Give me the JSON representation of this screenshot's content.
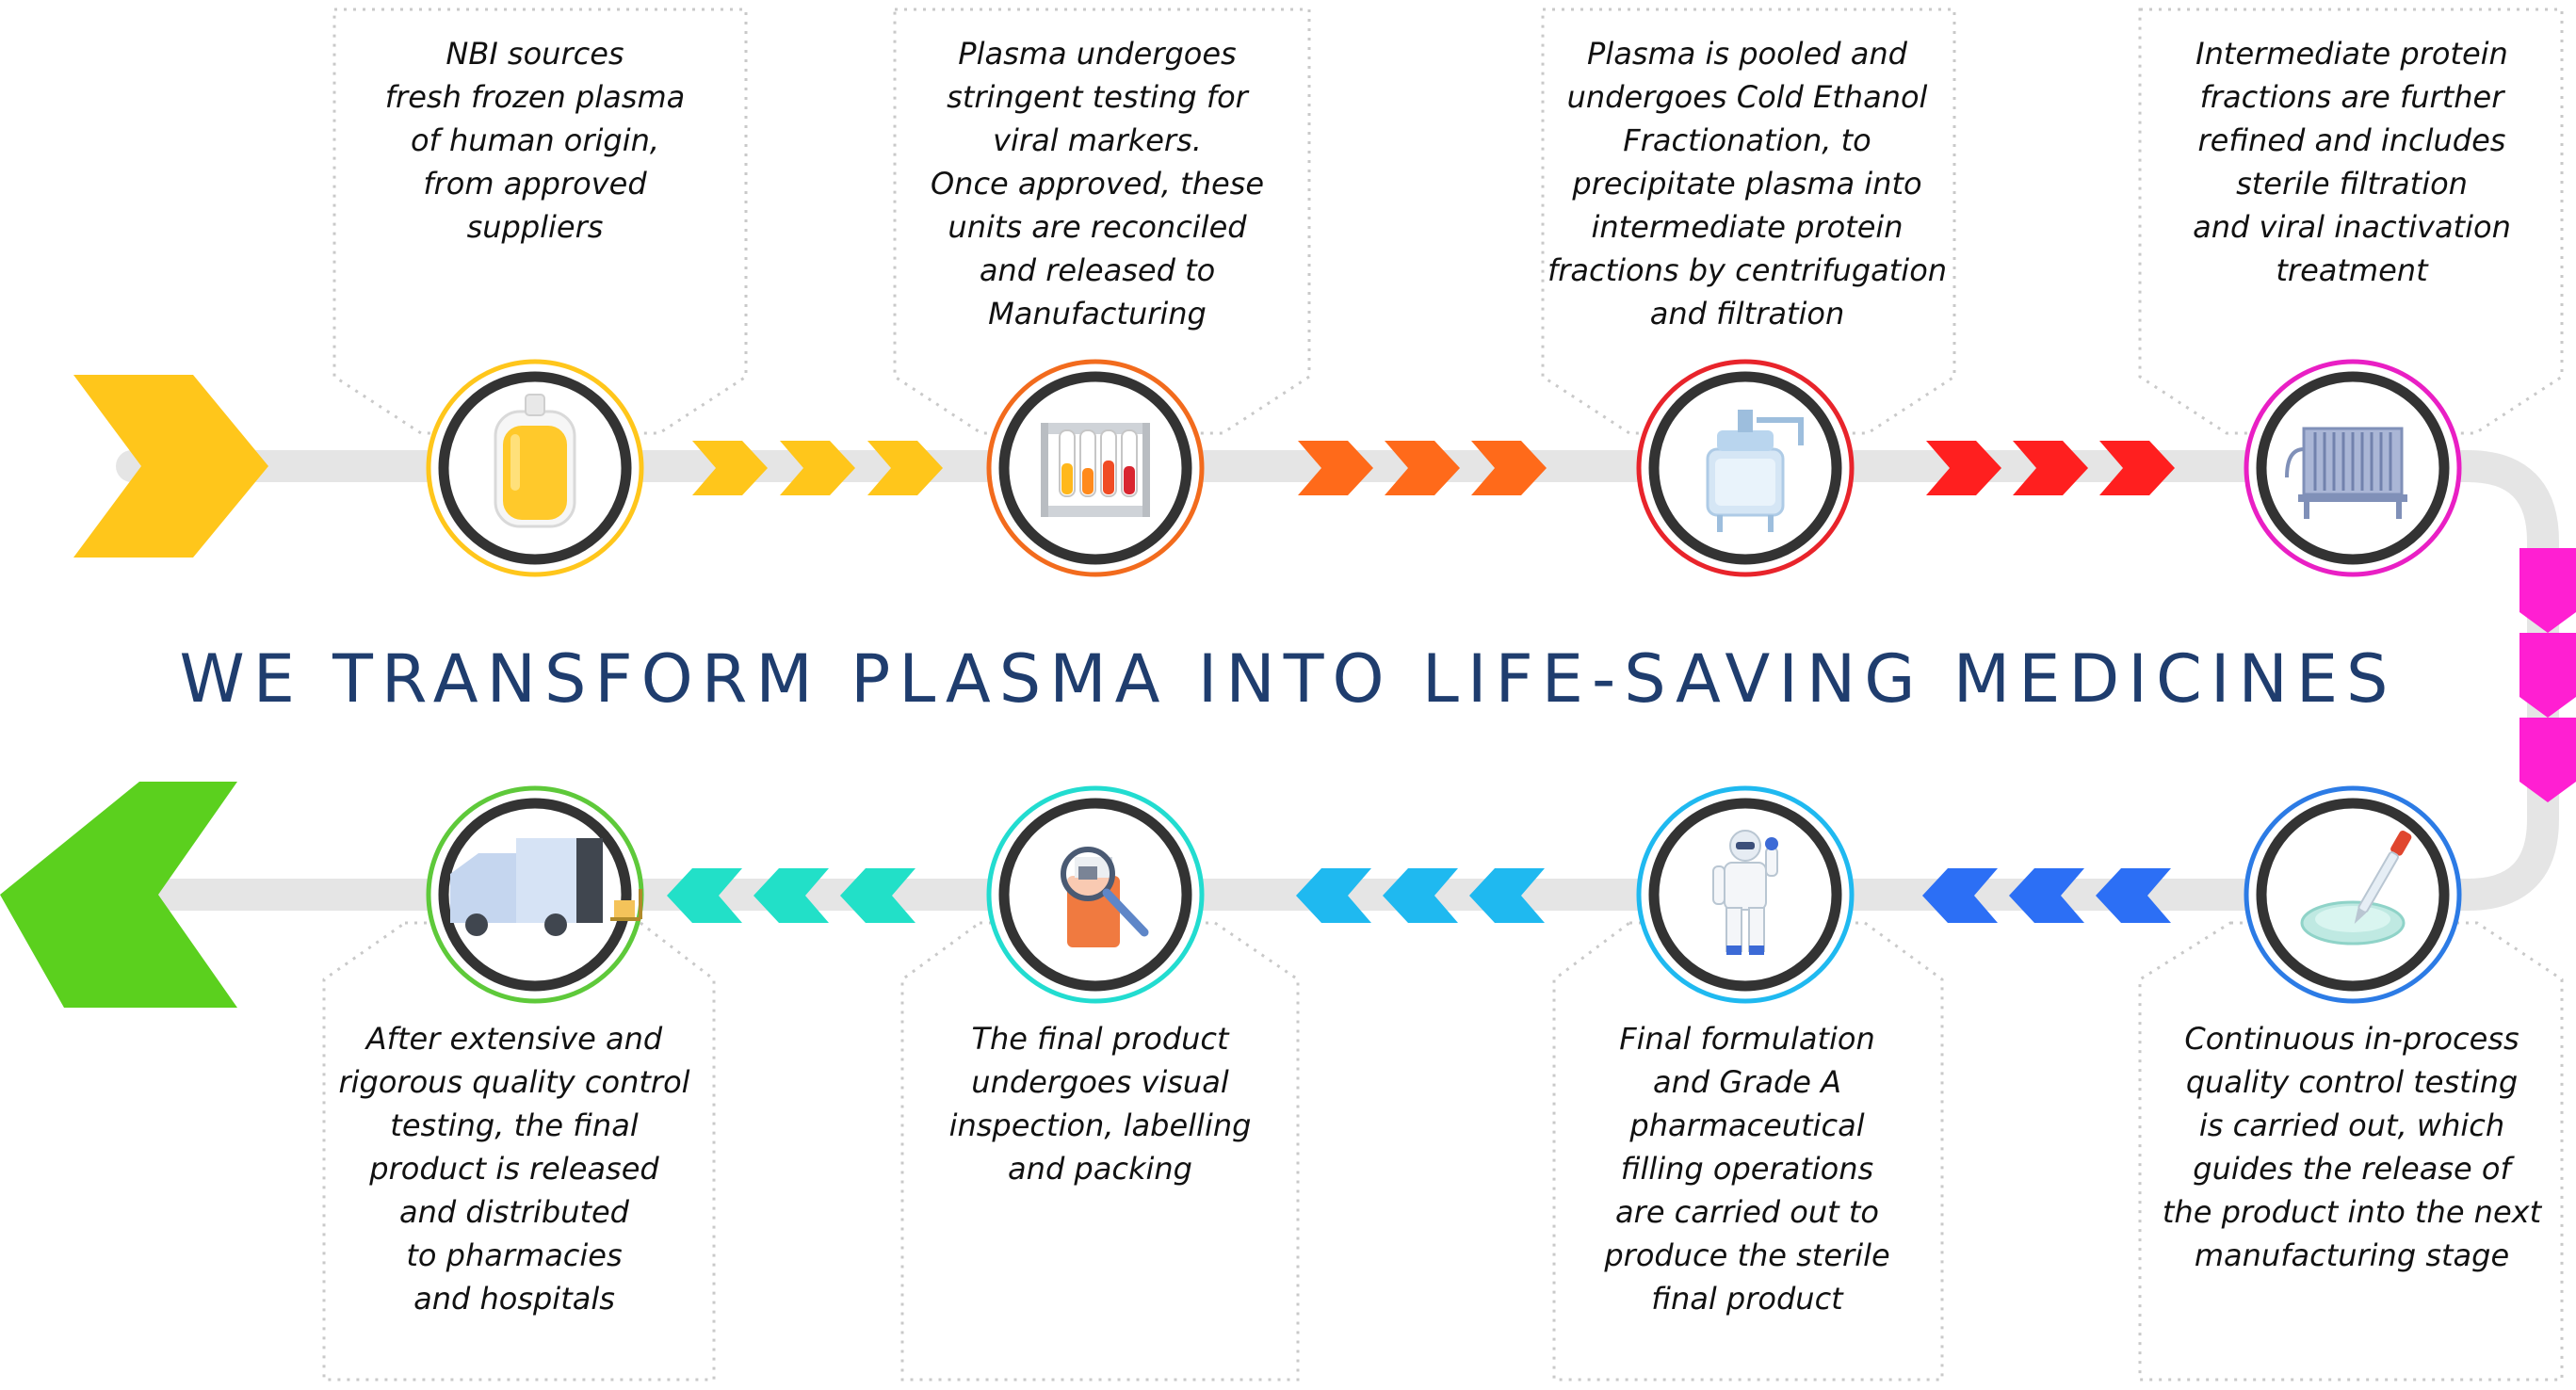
{
  "title": "WE TRANSFORM PLASMA INTO LIFE-SAVING MEDICINES",
  "steps": [
    {
      "id": "sourcing",
      "icon": "plasma-bag-icon",
      "color": "#ffc61b",
      "lines": [
        "NBI sources",
        "fresh frozen plasma",
        "of human origin,",
        "from approved",
        "suppliers"
      ]
    },
    {
      "id": "testing",
      "icon": "test-tube-rack-icon",
      "color": "#f26b1d",
      "lines": [
        "Plasma undergoes",
        "stringent testing for",
        "viral markers.",
        "Once approved, these",
        "units are reconciled",
        "and released to",
        "Manufacturing"
      ]
    },
    {
      "id": "fractionation",
      "icon": "fractionation-tank-icon",
      "color": "#e8242b",
      "lines": [
        "Plasma is pooled and",
        "undergoes Cold Ethanol",
        "Fractionation, to",
        "precipitate plasma into",
        "intermediate protein",
        "fractions by centrifugation",
        "and filtration"
      ]
    },
    {
      "id": "refining",
      "icon": "filtration-unit-icon",
      "color": "#e91fc4",
      "lines": [
        "Intermediate protein",
        "fractions are further",
        "refined and includes",
        "sterile filtration",
        "and viral inactivation",
        "treatment"
      ]
    },
    {
      "id": "qc-testing",
      "icon": "pipette-dish-icon",
      "color": "#2c7be5",
      "lines": [
        "Continuous in-process",
        "quality control testing",
        "is carried out, which",
        "guides the release of",
        "the product into the next",
        "manufacturing stage"
      ]
    },
    {
      "id": "filling",
      "icon": "cleanroom-worker-icon",
      "color": "#1fb9f0",
      "lines": [
        "Final formulation",
        "and Grade A",
        "pharmaceutical",
        "filling operations",
        "are carried out to",
        "produce the sterile",
        "final product"
      ]
    },
    {
      "id": "inspection",
      "icon": "magnifier-vial-icon",
      "color": "#22dcd0",
      "lines": [
        "The final product",
        "undergoes visual",
        "inspection, labelling",
        "and packing"
      ]
    },
    {
      "id": "distribution",
      "icon": "delivery-truck-icon",
      "color": "#5ec93a",
      "lines": [
        "After extensive and",
        "rigorous quality control",
        "testing, the final",
        "product is released",
        "and distributed",
        "to pharmacies",
        "and hospitals"
      ]
    }
  ],
  "chevron_colors": {
    "start": "#ffc61b",
    "row1a": "#ffc61b",
    "row1b": "#ff6a1a",
    "row1c": "#ff1f1f",
    "down": "#ff1fd2",
    "row2a": "#2c6ff5",
    "row2b": "#1fb9f0",
    "row2c": "#22e0c8",
    "end": "#5bd01e"
  }
}
